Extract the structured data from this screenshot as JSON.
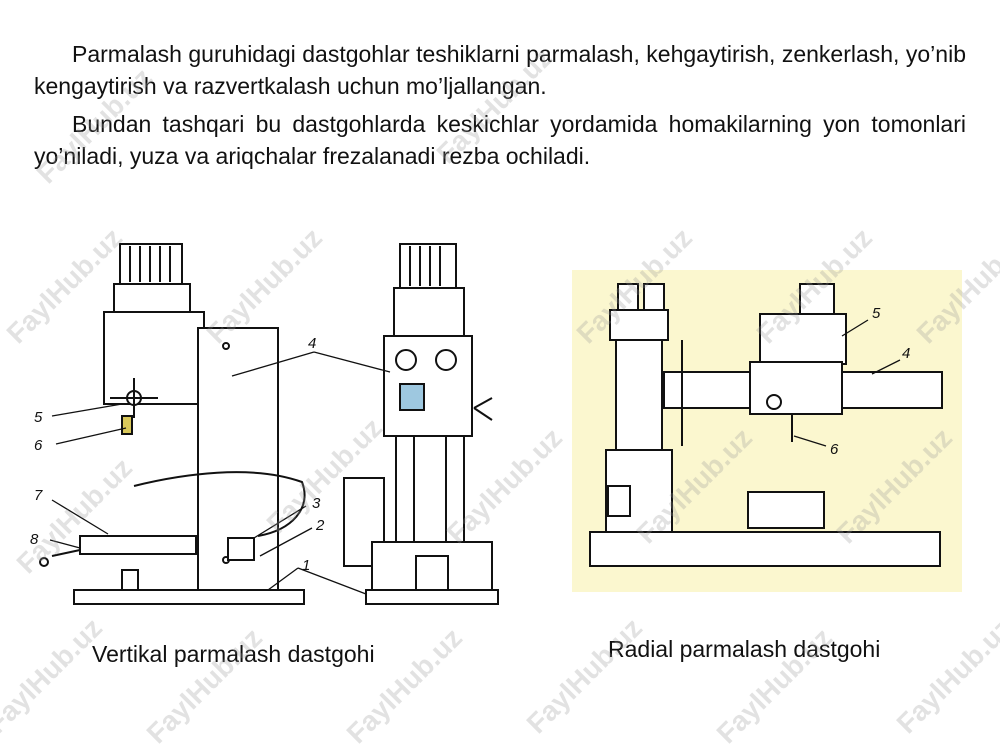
{
  "paragraphs": [
    "Parmalash guruhidagi dastgohlar teshiklarni parmalash, kehgaytirish, zenkerlash, yo’nib kengaytirish  va razvertkalash uchun mo’ljallangan.",
    "Bundan tashqari bu dastgohlarda keskichlar yordamida homakilarning yon tomonlari yo’niladi, yuza va ariqchalar frezalanadi rezba ochiladi."
  ],
  "figures": {
    "vertical": {
      "caption": "Vertikal parmalash dastgohi",
      "labels": [
        "1",
        "2",
        "3",
        "4",
        "5",
        "6",
        "7",
        "8"
      ]
    },
    "radial": {
      "caption": "Radial parmalash dastgohi",
      "labels": [
        "4",
        "5",
        "6"
      ],
      "background": "#fbf7cf"
    }
  },
  "watermark": "FaylHub.uz"
}
